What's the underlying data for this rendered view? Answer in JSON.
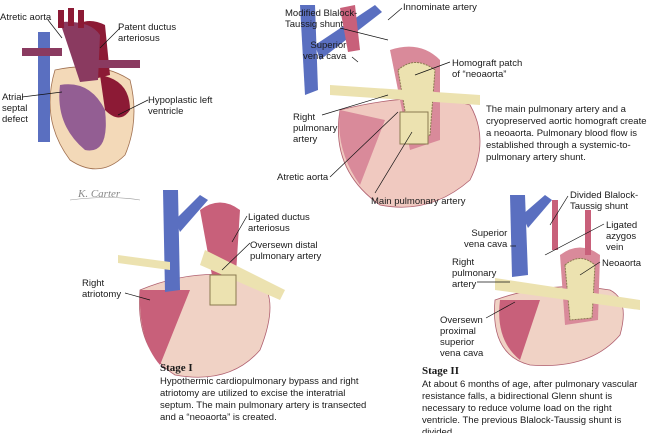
{
  "panel_hlhs": {
    "labels": {
      "atretic_aorta": "Atretic aorta",
      "patent_ductus": "Patent ductus\narteriosus",
      "asd": "Atrial\nseptal\ndefect",
      "hypoplastic_lv": "Hypoplastic left\nventricle"
    }
  },
  "signature": "K. Carter",
  "panel_norwood_repair": {
    "labels": {
      "mbt_shunt": "Modified Blalock-\nTaussig shunt",
      "innominate": "Innominate artery",
      "svc": "Superior\nvena cava",
      "homograft": "Homograft patch\nof “neoaorta”",
      "rpa": "Right\npulmonary\nartery",
      "atretic_aorta": "Atretic aorta",
      "mpa": "Main pulmonary artery"
    },
    "caption": "The main pulmonary artery and a cryopreserved aortic homograft create a neoaorta. Pulmonary blood flow is established through a systemic-to-pulmonary artery shunt."
  },
  "stage1": {
    "labels": {
      "ligated_ductus": "Ligated ductus\narteriosus",
      "oversewn_distal": "Oversewn distal\npulmonary artery",
      "right_atriotomy": "Right\natriotomy"
    },
    "title": "Stage I",
    "caption": "Hypothermic cardiopulmonary bypass and right atriotomy are utilized to excise the interatrial septum. The main pulmonary artery is transected and a “neoaorta” is created."
  },
  "stage2": {
    "labels": {
      "divided_bt": "Divided Blalock-\nTaussig shunt",
      "svc": "Superior\nvena cava",
      "azygos": "Ligated\nazygos\nvein",
      "rpa": "Right\npulmonary\nartery",
      "neoaorta": "Neoaorta",
      "oversewn_svc": "Oversewn\nproximal\nsuperior\nvena cava"
    },
    "title": "Stage II",
    "caption": "At about 6 months of age, after pulmonary vascular resistance falls, a bidirectional Glenn shunt is necessary to reduce volume load on the right ventricle. The previous Blalock-Taussig shunt is divided."
  },
  "colors": {
    "venous": "#5a6fc0",
    "arterial": "#8c1a35",
    "mixed": "#8a3a60",
    "myocardium": "#d98a9a",
    "pericardium": "#f3d9b8",
    "graft": "#ece2b0"
  }
}
